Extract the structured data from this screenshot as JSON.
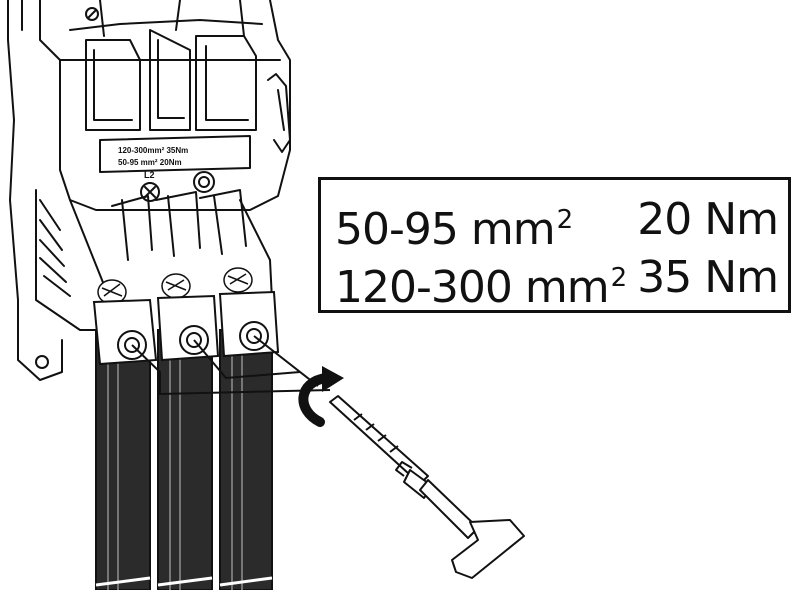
{
  "torque_table": {
    "rows": [
      {
        "cross_section": "50-95 mm",
        "unit_exponent": "2",
        "torque": "20 Nm"
      },
      {
        "cross_section": "120-300 mm",
        "unit_exponent": "2",
        "torque": "35 Nm"
      }
    ]
  },
  "device_labels": {
    "engraved_line1": "120-300mm² 35Nm",
    "engraved_line2": "50-95 mm² 20Nm",
    "phase_label": "L2"
  },
  "colors": {
    "ink": "#111111",
    "cable": "#2b2b2b",
    "background": "#ffffff"
  }
}
